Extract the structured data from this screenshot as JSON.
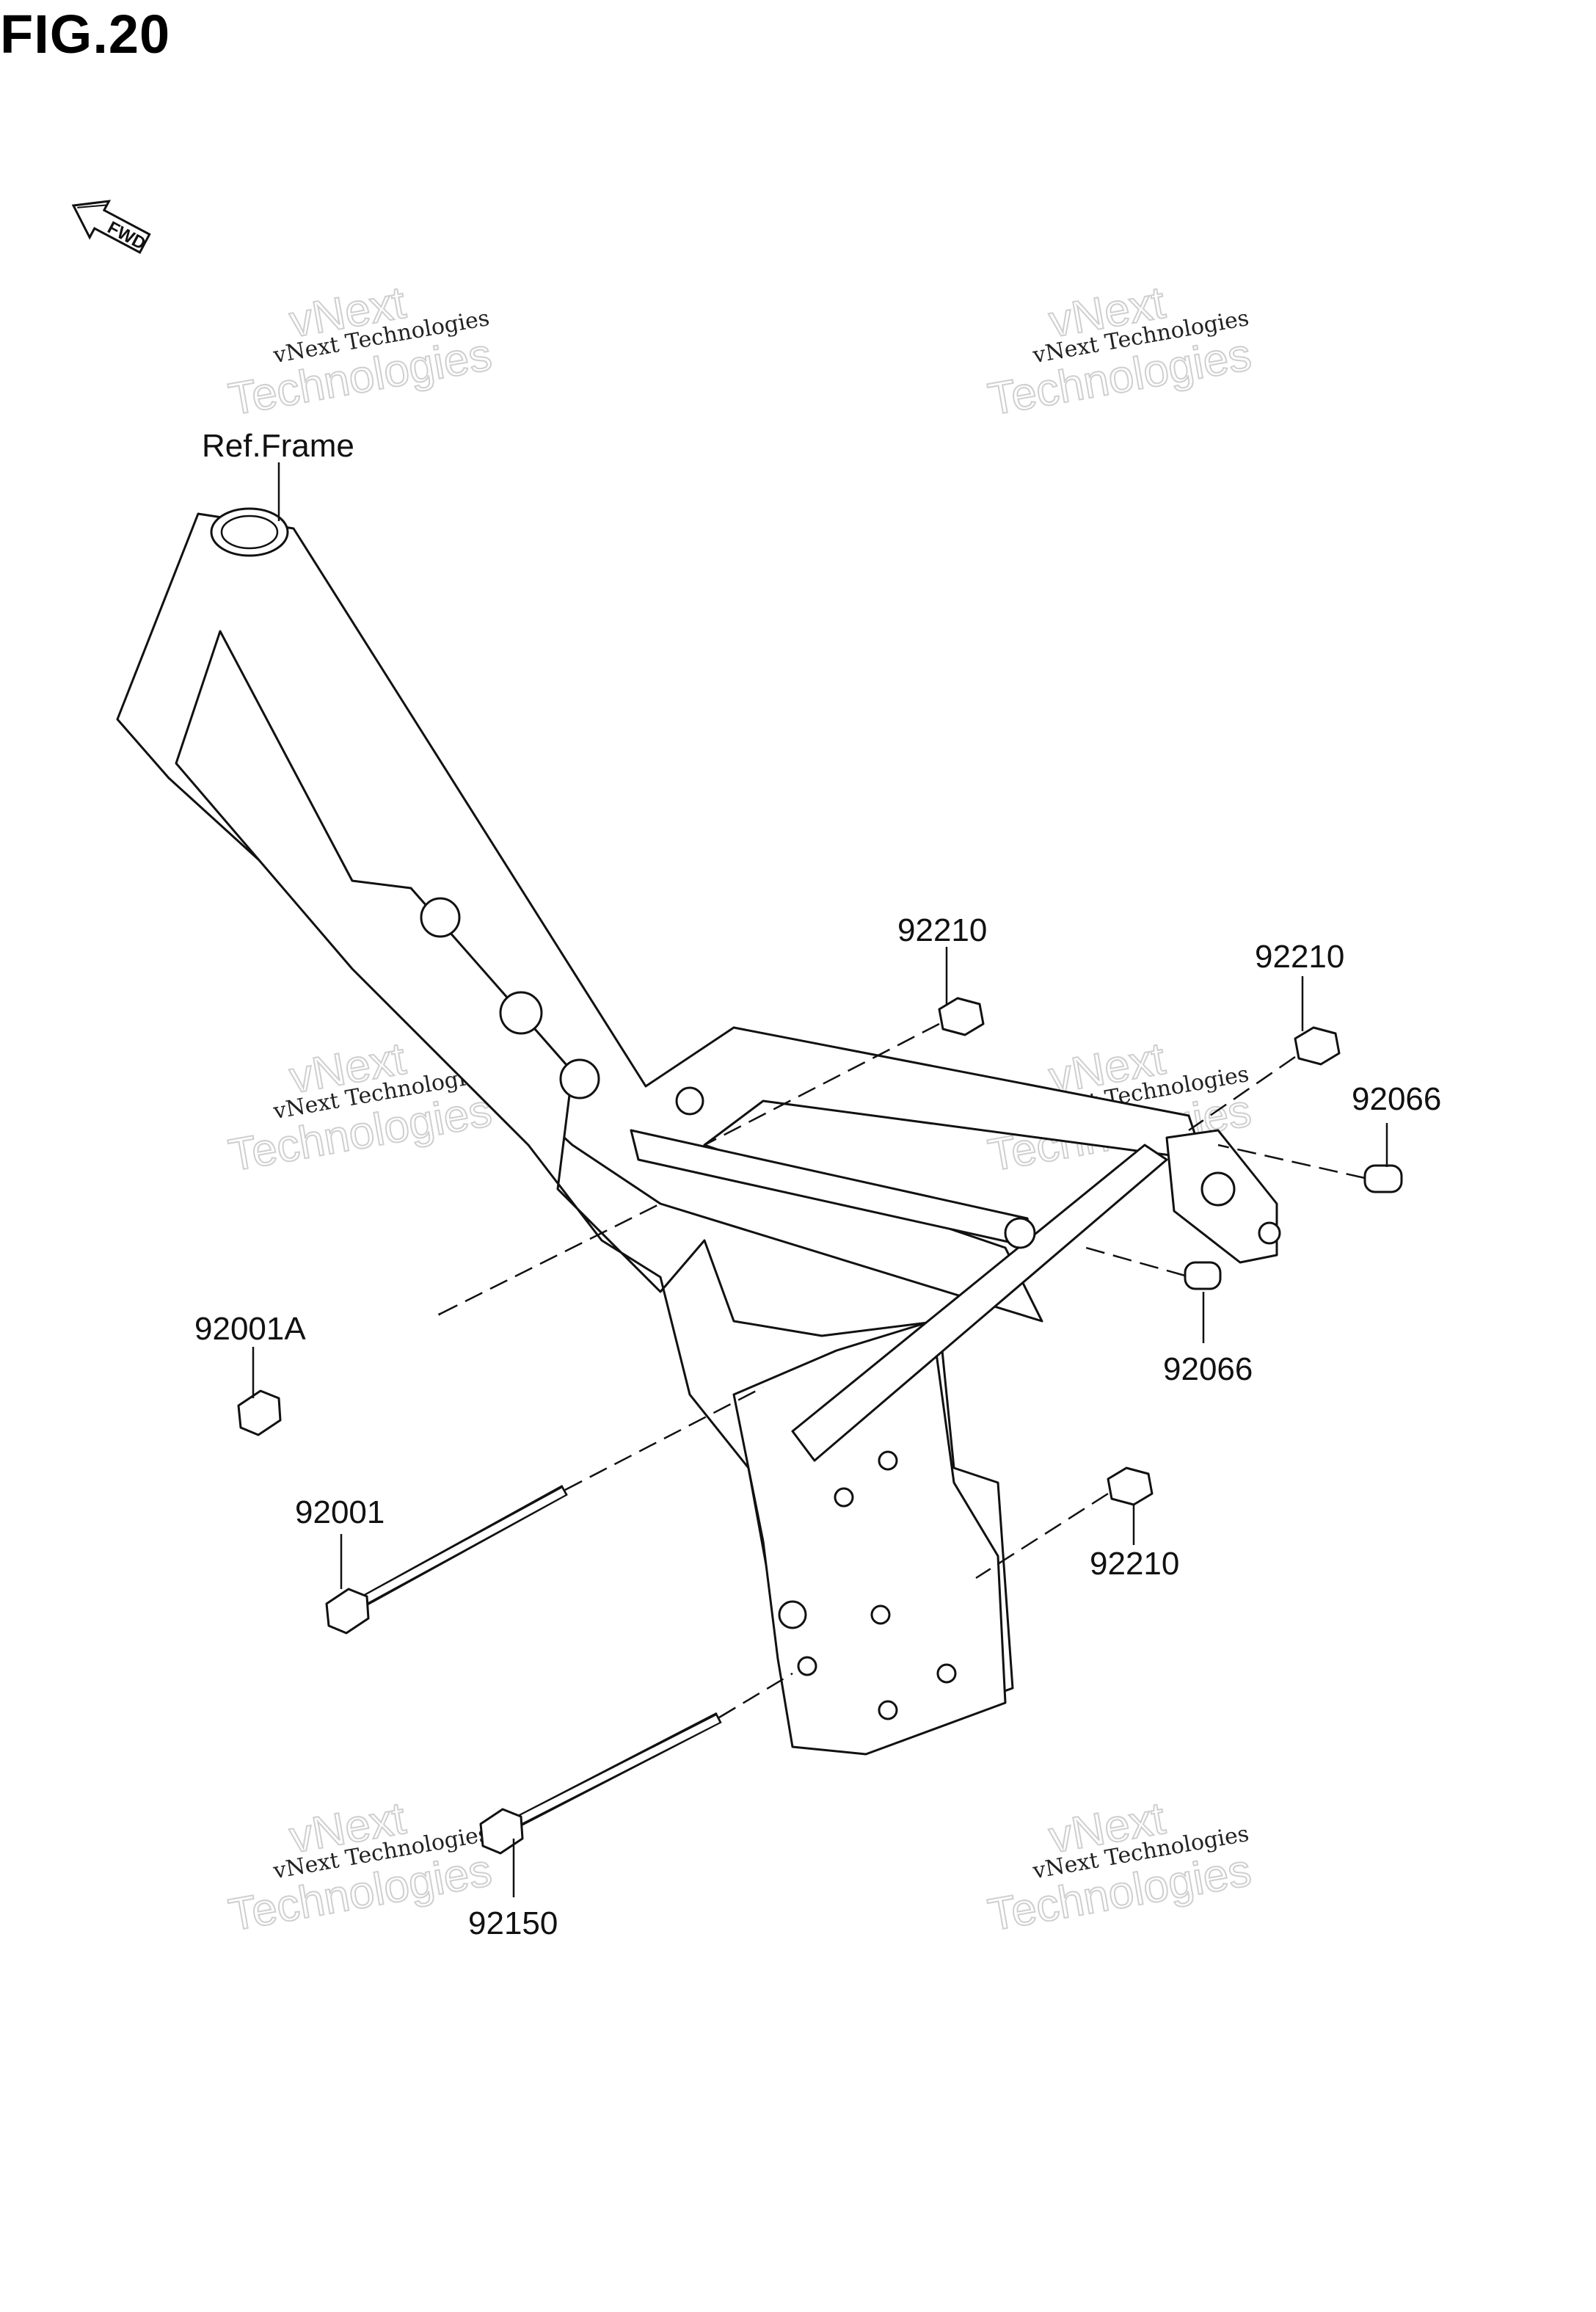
{
  "figure": {
    "title": "FIG.20"
  },
  "fwd_arrow": {
    "label": "FWD",
    "icon": "fwd-arrow-icon"
  },
  "reference": {
    "label": "Ref.Frame"
  },
  "watermark": {
    "line1": "vNext Technologies",
    "line2": "vNext",
    "line3": "Technologies"
  },
  "callouts": [
    {
      "part_no": "92210"
    },
    {
      "part_no": "92210"
    },
    {
      "part_no": "92066"
    },
    {
      "part_no": "92066"
    },
    {
      "part_no": "92001A"
    },
    {
      "part_no": "92001"
    },
    {
      "part_no": "92210"
    },
    {
      "part_no": "92150"
    }
  ]
}
